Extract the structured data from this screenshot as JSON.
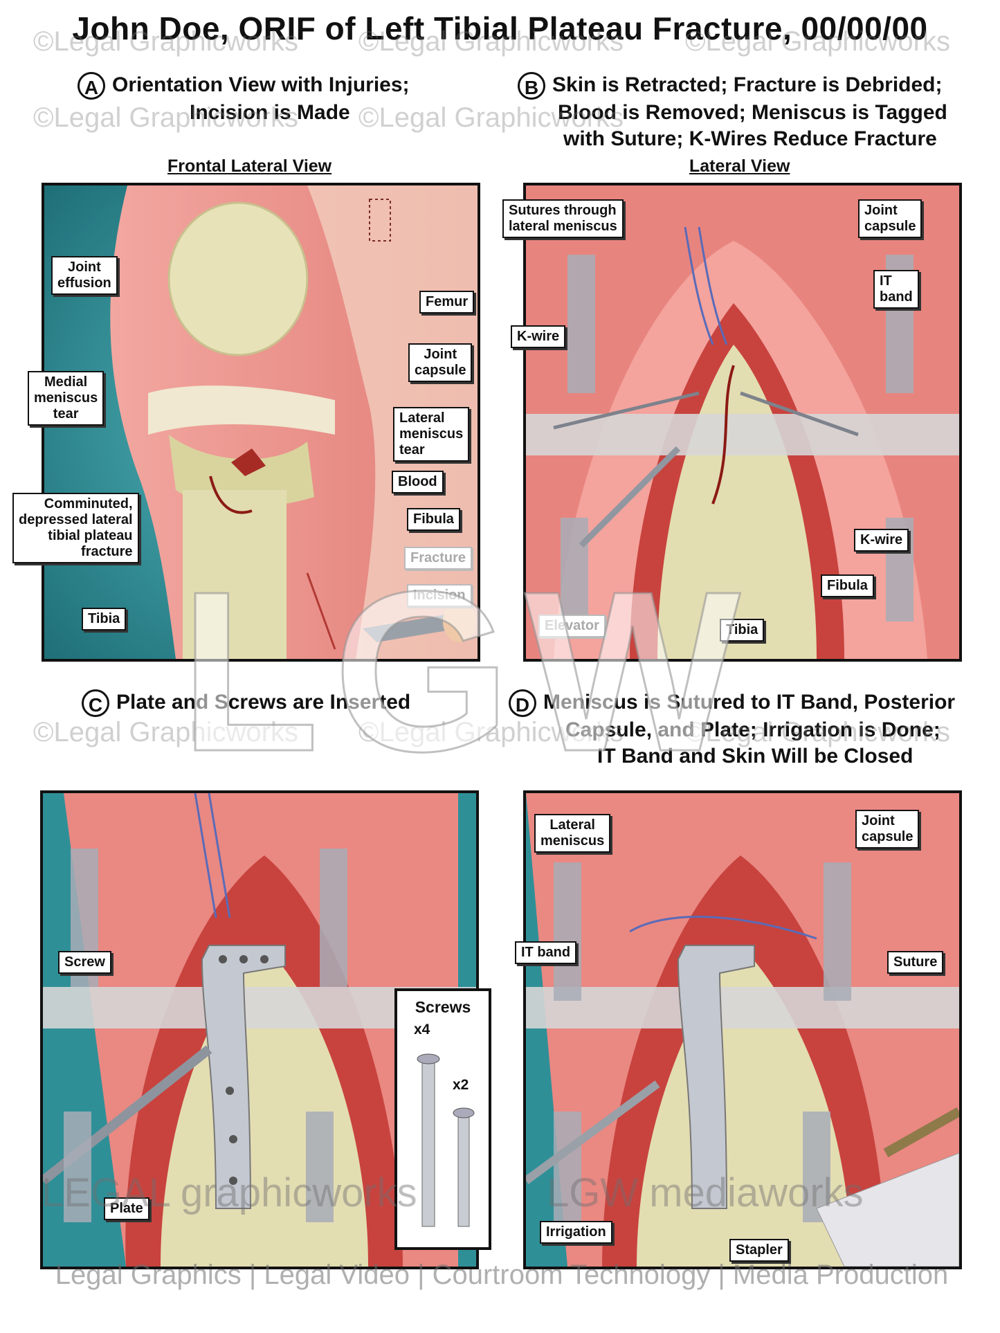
{
  "title": "John Doe, ORIF of Left Tibial Plateau Fracture, 00/00/00",
  "sections": {
    "a": {
      "letter": "A",
      "line1": "Orientation View with Injuries;",
      "line2": "Incision is Made",
      "view": "Frontal Lateral View"
    },
    "b": {
      "letter": "B",
      "line1": "Skin is Retracted; Fracture is Debrided;",
      "line2": "Blood is Removed; Meniscus is Tagged",
      "line3": "with Suture; K-Wires Reduce Fracture",
      "view": "Lateral View"
    },
    "c": {
      "letter": "C",
      "line1": "Plate and Screws are Inserted"
    },
    "d": {
      "letter": "D",
      "line1": "Meniscus is Sutured to IT Band, Posterior",
      "line2": "Capsule, and Plate; Irrigation is Done;",
      "line3": "IT Band and Skin Will be Closed"
    }
  },
  "panel_a_labels": {
    "joint_effusion": "Joint\neffusion",
    "femur": "Femur",
    "joint_capsule": "Joint\ncapsule",
    "medial_meniscus_tear": "Medial\nmeniscus\ntear",
    "lateral_meniscus_tear": "Lateral\nmeniscus\ntear",
    "blood": "Blood",
    "comminuted": "Comminuted,\ndepressed lateral\ntibial plateau\nfracture",
    "fibula": "Fibula",
    "fracture": "Fracture",
    "incision": "Incision",
    "tibia": "Tibia"
  },
  "panel_b_labels": {
    "sutures": "Sutures through\nlateral meniscus",
    "joint_capsule": "Joint\ncapsule",
    "it_band": "IT\nband",
    "k_wire_left": "K-wire",
    "k_wire_right": "K-wire",
    "fibula": "Fibula",
    "elevator": "Elevator",
    "tibia": "Tibia"
  },
  "panel_c_labels": {
    "screw": "Screw",
    "plate": "Plate",
    "screws_header": "Screws",
    "count_a": "x4",
    "count_b": "x2"
  },
  "panel_d_labels": {
    "lateral_meniscus": "Lateral\nmeniscus",
    "joint_capsule": "Joint\ncapsule",
    "it_band": "IT band",
    "suture": "Suture",
    "irrigation": "Irrigation",
    "stapler": "Stapler"
  },
  "watermarks": {
    "tile": "©Legal Graphicworks",
    "big": "LGW",
    "brand_left": "LEGAL graphicworks",
    "brand_right": "LGW mediaworks",
    "footer": "Legal Graphics | Legal Video | Courtroom Technology | Media Production"
  },
  "colors": {
    "tissue": "#e9857f",
    "tissue_dark": "#c84e4a",
    "bone": "#e6e0b4",
    "background_teal": "#2f8f97",
    "metal": "#b8bcc4"
  }
}
